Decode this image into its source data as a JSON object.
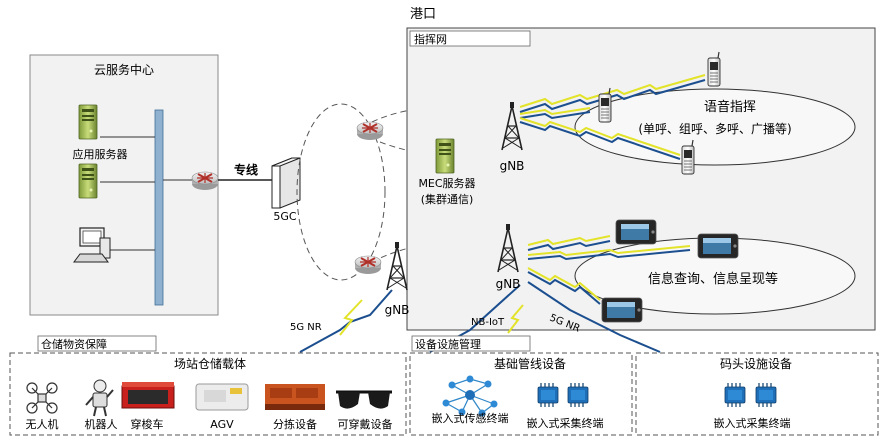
{
  "cloud_center": {
    "title": "云服务中心",
    "app_server_label": "应用服务器"
  },
  "link": {
    "dedicated_line_label": "专线",
    "core_label": "5GC"
  },
  "port": {
    "title": "港口",
    "command_net_label": "指挥网",
    "mec_label_line1": "MEC服务器",
    "mec_label_line2": "(集群通信)",
    "gnb_label": "gNB",
    "voice_line1": "语音指挥",
    "voice_line2": "(单呼、组呼、多呼、广播等)",
    "info_label": "信息查询、信息呈现等",
    "nbiot_label": "NB-IoT",
    "fiveg_nr_label": "5G NR"
  },
  "warehouse": {
    "section_label": "仓储物资保障",
    "group_title": "场站仓储载体",
    "items": [
      "无人机",
      "机器人",
      "穿梭车",
      "AGV",
      "分拣设备",
      "可穿戴设备"
    ]
  },
  "facility": {
    "section_label": "设备设施管理",
    "pipeline_title": "基础管线设备",
    "sensor_label": "嵌入式传感终端",
    "collector_label": "嵌入式采集终端",
    "dock_title": "码头设施设备",
    "dock_collector_label": "嵌入式采集终端"
  }
}
